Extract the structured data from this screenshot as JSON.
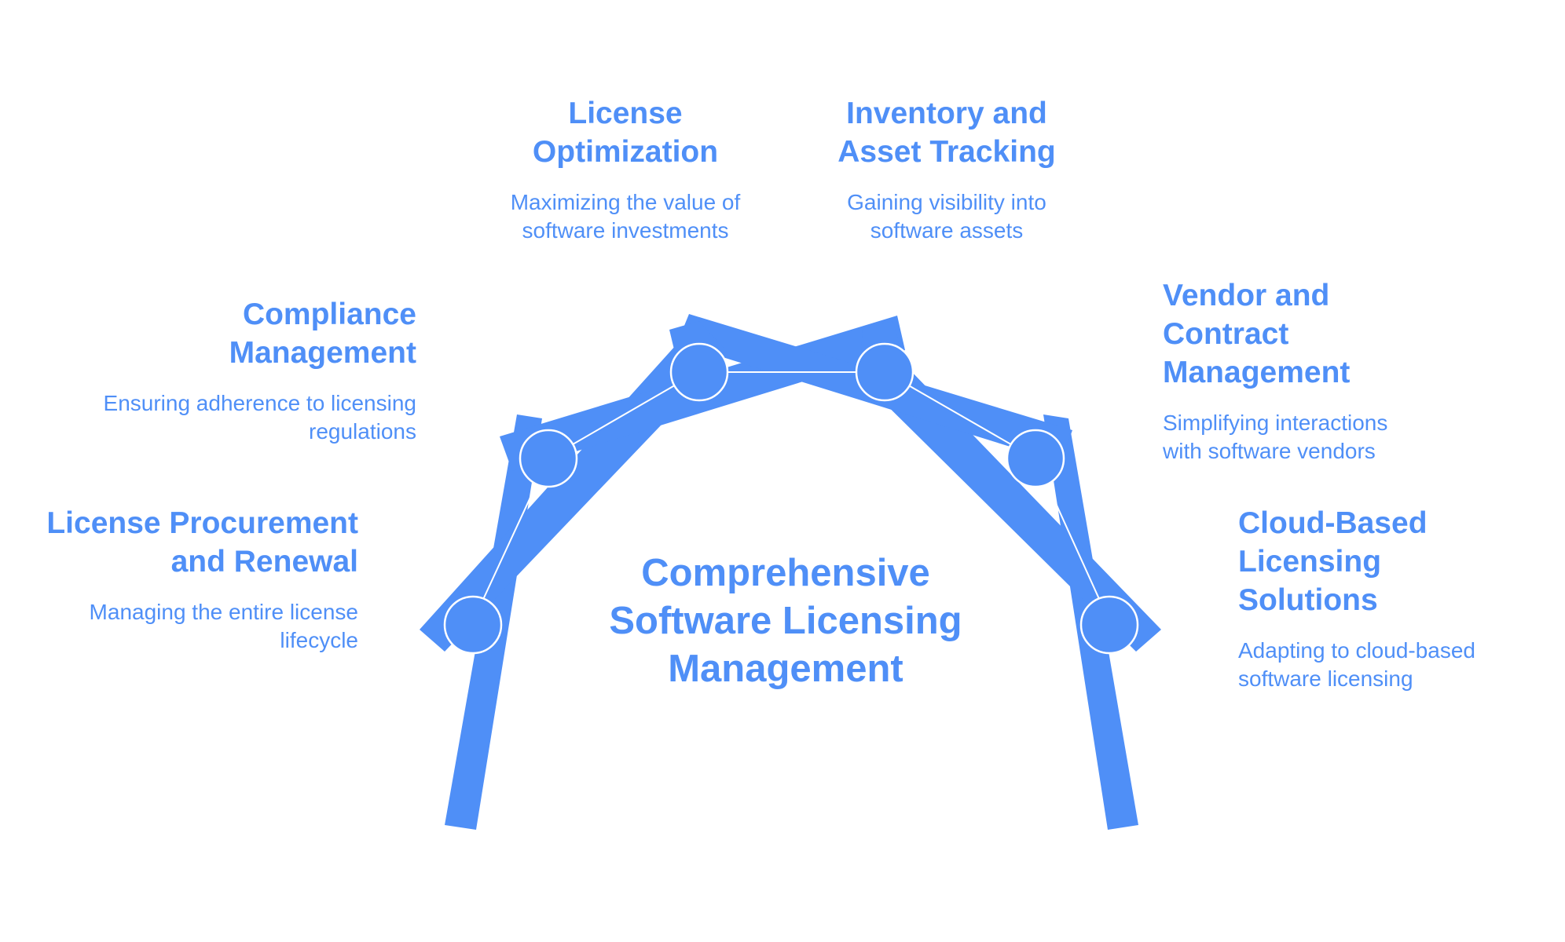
{
  "diagram": {
    "center_title": "Comprehensive Software Licensing Management",
    "accent_color": "#4f8ff7",
    "items": [
      {
        "id": "procurement",
        "title": "License Procurement and Renewal",
        "description": "Managing the entire license lifecycle"
      },
      {
        "id": "compliance",
        "title": "Compliance Management",
        "description": "Ensuring adherence to licensing regulations"
      },
      {
        "id": "optimization",
        "title": "License Optimization",
        "description": "Maximizing the value of software investments"
      },
      {
        "id": "inventory",
        "title": "Inventory and Asset Tracking",
        "description": "Gaining visibility into software assets"
      },
      {
        "id": "vendor",
        "title": "Vendor and Contract Management",
        "description": "Simplifying interactions with software vendors"
      },
      {
        "id": "cloud",
        "title": "Cloud-Based Licensing Solutions",
        "description": "Adapting to cloud-based software licensing"
      }
    ]
  }
}
